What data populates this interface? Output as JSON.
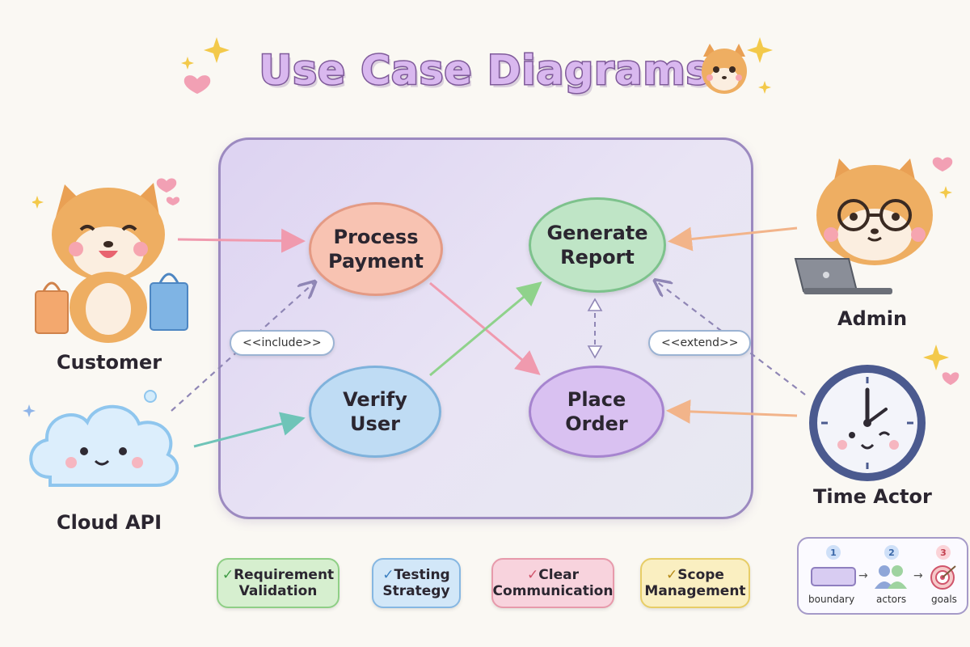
{
  "title": "Use Case Diagrams",
  "actors": {
    "customer": "Customer",
    "cloud_api": "Cloud API",
    "admin": "Admin",
    "time_actor": "Time Actor"
  },
  "use_cases": {
    "process_payment": [
      "Process",
      "Payment"
    ],
    "generate_report": [
      "Generate",
      "Report"
    ],
    "verify_user": [
      "Verify",
      "User"
    ],
    "place_order": [
      "Place",
      "Order"
    ]
  },
  "stereotypes": {
    "include": "<<include>>",
    "extend": "<<extend>>"
  },
  "benefits": [
    {
      "check": "✓",
      "lines": [
        "Requirement",
        "Validation"
      ],
      "color": "#8fcf86"
    },
    {
      "check": "✓",
      "lines": [
        "Testing",
        "Strategy"
      ],
      "color": "#86b7e2"
    },
    {
      "check": "✓",
      "lines": [
        "Clear",
        "Communication"
      ],
      "color": "#e79aab"
    },
    {
      "check": "✓",
      "lines": [
        "Scope",
        "Management"
      ],
      "color": "#e7cd67"
    }
  ],
  "legend": {
    "items": [
      {
        "num": "1",
        "label": "boundary",
        "icon": "boundary-rect-icon"
      },
      {
        "num": "2",
        "label": "actors",
        "icon": "people-icon"
      },
      {
        "num": "3",
        "label": "goals",
        "icon": "target-icon"
      }
    ],
    "arrow": "→"
  },
  "colors": {
    "boundary_border": "#9c8ac0",
    "payment": "#f8c3b2",
    "report": "#bfe5c6",
    "verify": "#bfdcf4",
    "order": "#d9c1f1",
    "title_fill": "#d9b8ef"
  }
}
